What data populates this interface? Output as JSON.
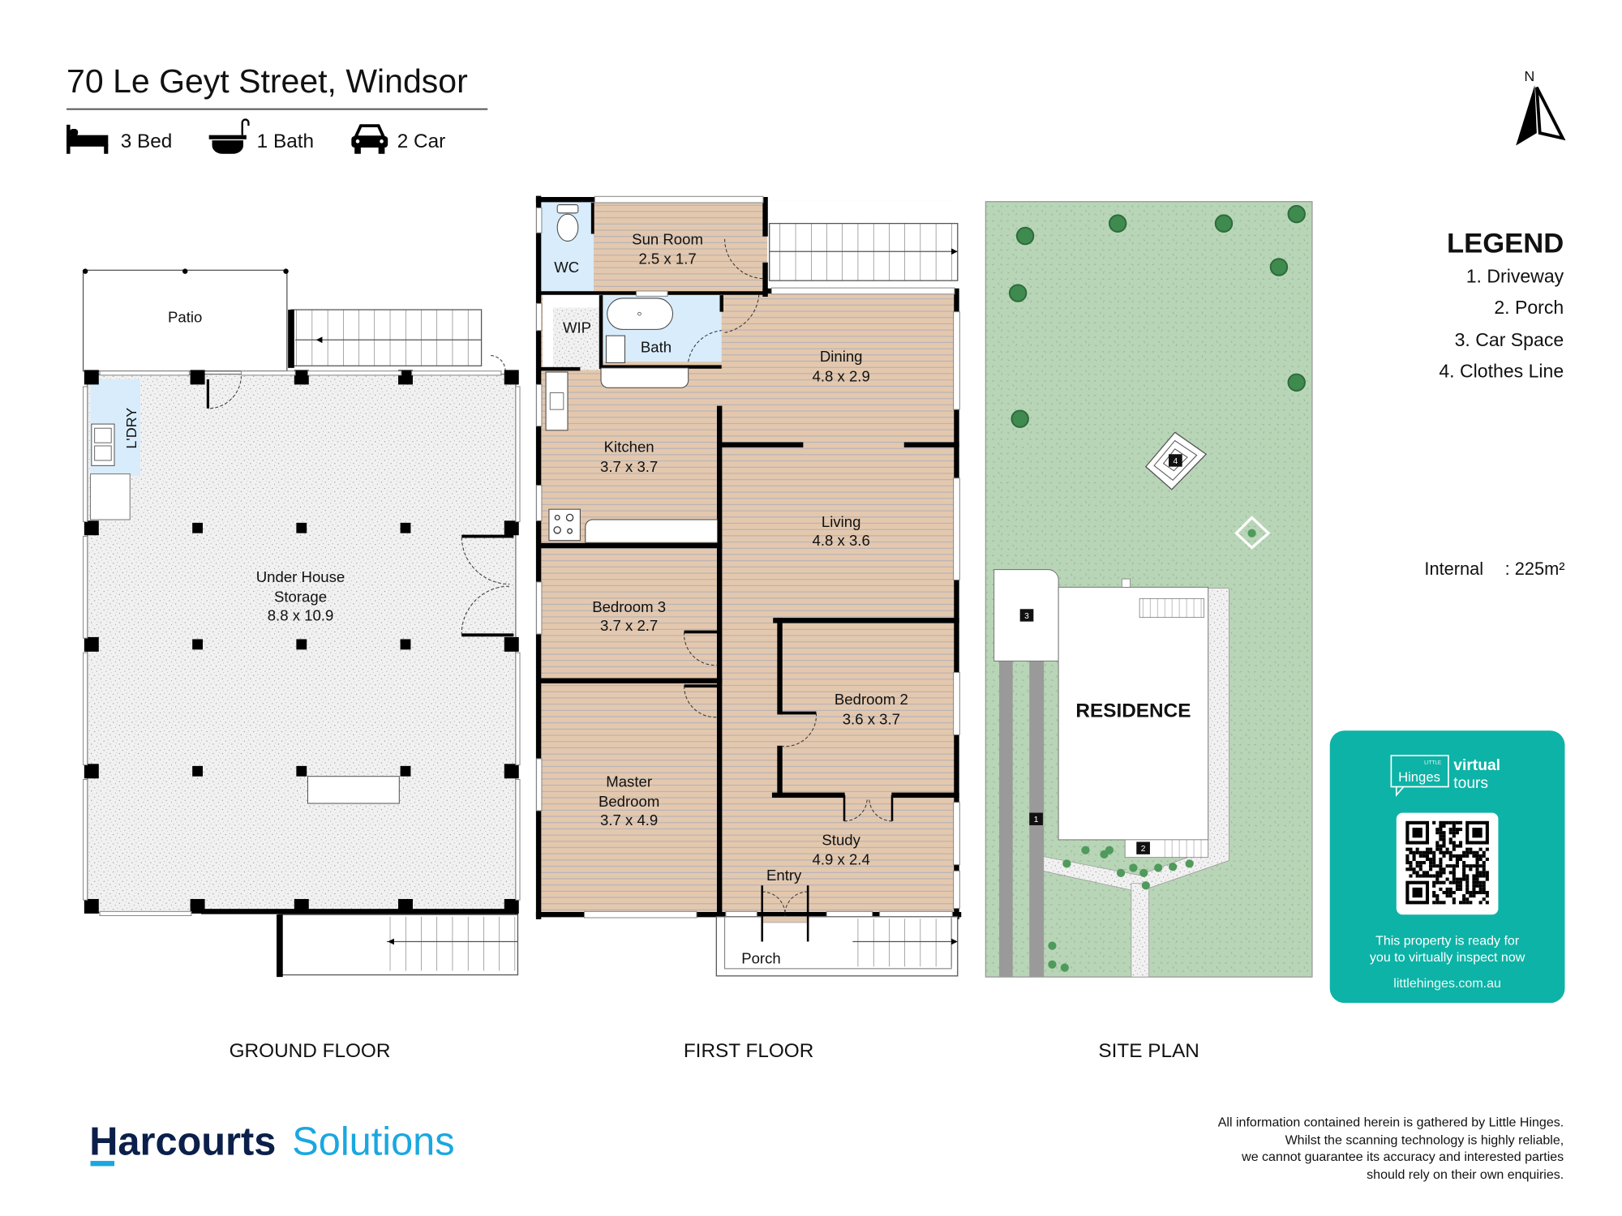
{
  "header": {
    "title": "70 Le Geyt Street, Windsor",
    "beds": "3 Bed",
    "baths": "1 Bath",
    "cars": "2 Car"
  },
  "compass": {
    "label": "N"
  },
  "ground_floor": {
    "label": "GROUND FLOOR",
    "patio": "Patio",
    "laundry": "L'DRY",
    "storage_line1": "Under House",
    "storage_line2": "Storage",
    "storage_size": "8.8 x 10.9"
  },
  "first_floor": {
    "label": "FIRST FLOOR",
    "rooms": {
      "sun_room": {
        "name": "Sun Room",
        "size": "2.5 x 1.7"
      },
      "wc": {
        "name": "WC"
      },
      "wip": {
        "name": "WIP"
      },
      "bath": {
        "name": "Bath"
      },
      "dining": {
        "name": "Dining",
        "size": "4.8 x 2.9"
      },
      "kitchen": {
        "name": "Kitchen",
        "size": "3.7 x 3.7"
      },
      "living": {
        "name": "Living",
        "size": "4.8 x 3.6"
      },
      "bedroom3": {
        "name": "Bedroom 3",
        "size": "3.7 x 2.7"
      },
      "bedroom2": {
        "name": "Bedroom 2",
        "size": "3.6 x 3.7"
      },
      "master": {
        "name1": "Master",
        "name2": "Bedroom",
        "size": "3.7 x 4.9"
      },
      "study": {
        "name": "Study",
        "size": "4.9 x 2.4"
      },
      "entry": {
        "name": "Entry"
      },
      "porch": {
        "name": "Porch"
      }
    }
  },
  "site_plan": {
    "label": "SITE PLAN",
    "residence": "RESIDENCE",
    "markers": [
      "1",
      "2",
      "3",
      "4"
    ]
  },
  "legend": {
    "title": "LEGEND",
    "items": [
      "1. Driveway",
      "2. Porch",
      "3. Car Space",
      "4. Clothes Line"
    ]
  },
  "area": {
    "label": "Internal",
    "value": ": 225m²"
  },
  "promo": {
    "logo_small": "LITTLE",
    "logo_main": "Hinges",
    "logo_virtual": "virtual",
    "logo_tours": "tours",
    "line1": "This property is ready for",
    "line2": "you to virtually inspect now",
    "url": "littlehinges.com.au"
  },
  "brand": {
    "name": "Harcourts",
    "sub": "Solutions"
  },
  "disclaimer": [
    "All information contained herein is gathered by Little Hinges.",
    "Whilst the scanning technology is highly reliable,",
    "we cannot guarantee its accuracy and interested parties",
    "should rely on their own enquiries."
  ],
  "colors": {
    "wood": "#e4c8ad",
    "wet_area": "#d8ecfb",
    "grass": "#b9d5b7",
    "promo": "#0db3a6",
    "brand_navy": "#0b1f4a",
    "brand_blue": "#1aa7e0"
  }
}
